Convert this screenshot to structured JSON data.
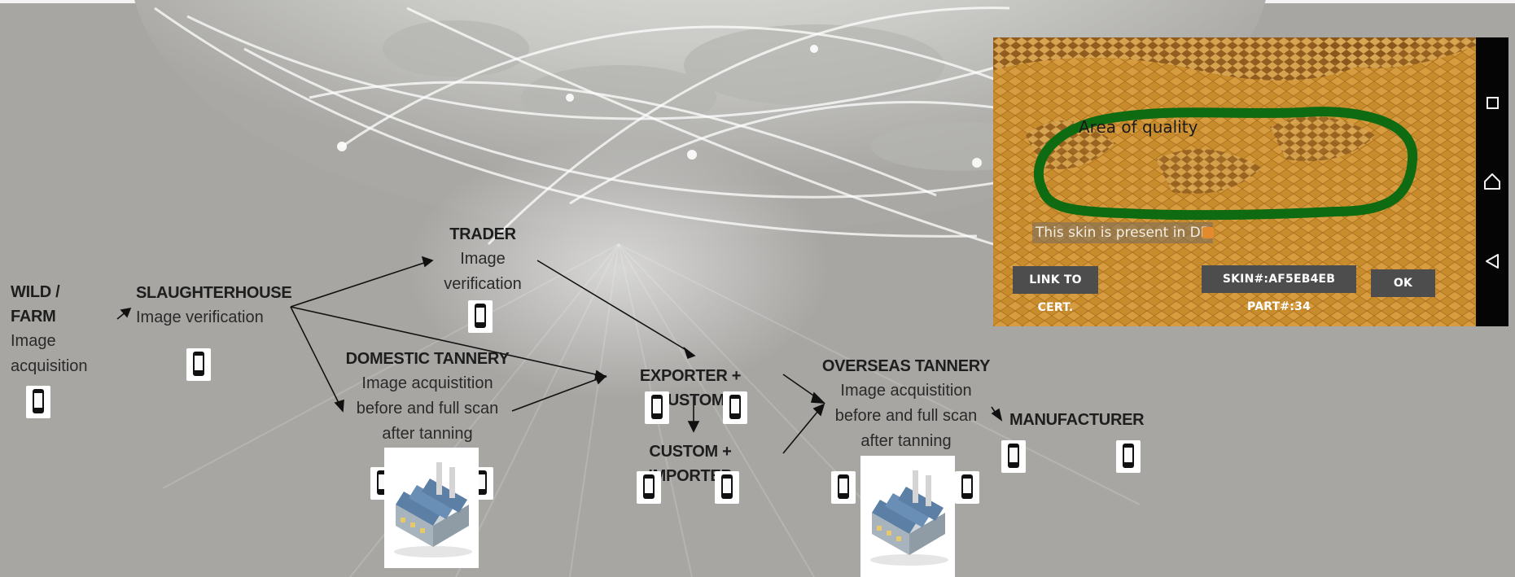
{
  "nodes": {
    "wild_farm": {
      "title_line1": "WILD /",
      "title_line2": "FARM",
      "desc_line1": "Image",
      "desc_line2": "acquisition"
    },
    "slaughterhouse": {
      "title": "SLAUGHTERHOUSE",
      "desc": "Image verification"
    },
    "trader": {
      "title": "TRADER",
      "desc_line1": "Image",
      "desc_line2": "verification"
    },
    "domestic_tannery": {
      "title": "DOMESTIC TANNERY",
      "desc_line1": "Image acquistition",
      "desc_line2": "before and full scan",
      "desc_line3": "after tanning"
    },
    "exporter": {
      "title": "EXPORTER + CUSTOM"
    },
    "importer": {
      "title": "CUSTOM + IMPORTER"
    },
    "overseas_tannery": {
      "title": "OVERSEAS TANNERY",
      "desc_line1": "Image acquistition",
      "desc_line2": "before and full scan",
      "desc_line3": "after tanning"
    },
    "manufacturer": {
      "title": "MANUFACTURER"
    }
  },
  "scan_panel": {
    "area_label": "Area of quality",
    "status_text": "This skin is present in DB",
    "link_button": "LINK TO CERT.",
    "skin_button": "SKIN#:AF5EB4EB PART#:34",
    "ok_button": "OK",
    "highlight_color": "#0e6b12",
    "status_dot_color": "#e28a2c"
  },
  "nav_bar": {
    "recent_icon": "square-icon",
    "home_icon": "home-icon",
    "back_icon": "back-triangle-icon"
  },
  "icons": {
    "phone": "smartphone-icon",
    "factory": "factory-icon"
  }
}
